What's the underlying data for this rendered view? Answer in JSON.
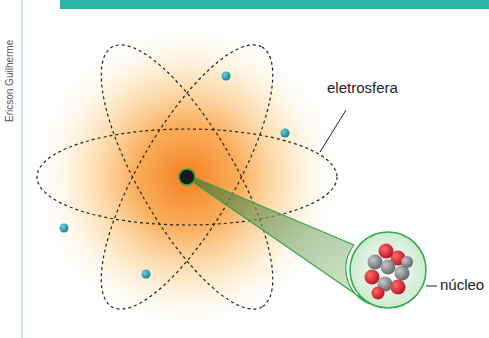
{
  "diagram": {
    "labels": [
      "eletrosfera",
      "núcleo",
      "Ericson Guilherme"
    ]
  }
}
